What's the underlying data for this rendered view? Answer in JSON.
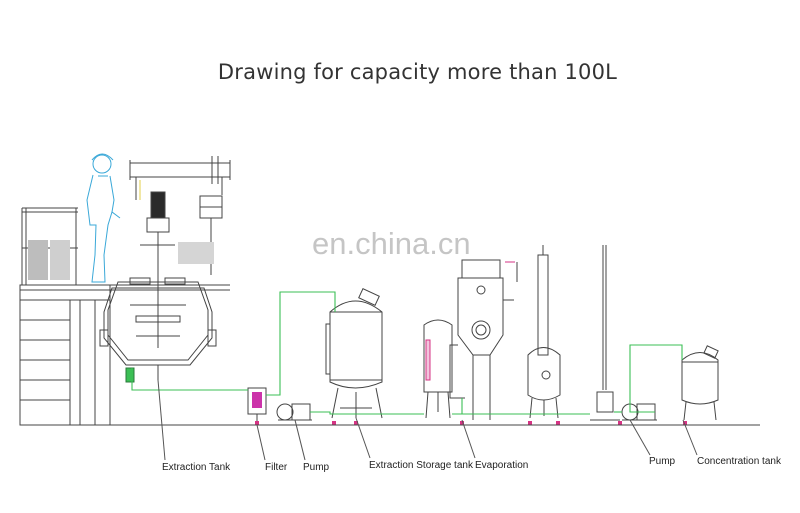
{
  "title": "Drawing for capacity more than 100L",
  "watermark": "en.china.cn",
  "labels": {
    "extraction_tank": "Extraction Tank",
    "filter": "Filter",
    "pump1": "Pump",
    "storage_tank": "Extraction Storage tank",
    "evaporation": "Evaporation",
    "pump2": "Pump",
    "concentration_tank": "Concentration tank"
  },
  "colors": {
    "line": "#444444",
    "pipe_green": "#3bbf55",
    "pipe_yellow": "#e3cf4a",
    "worker": "#3aa8d8",
    "pink": "#d63384"
  }
}
